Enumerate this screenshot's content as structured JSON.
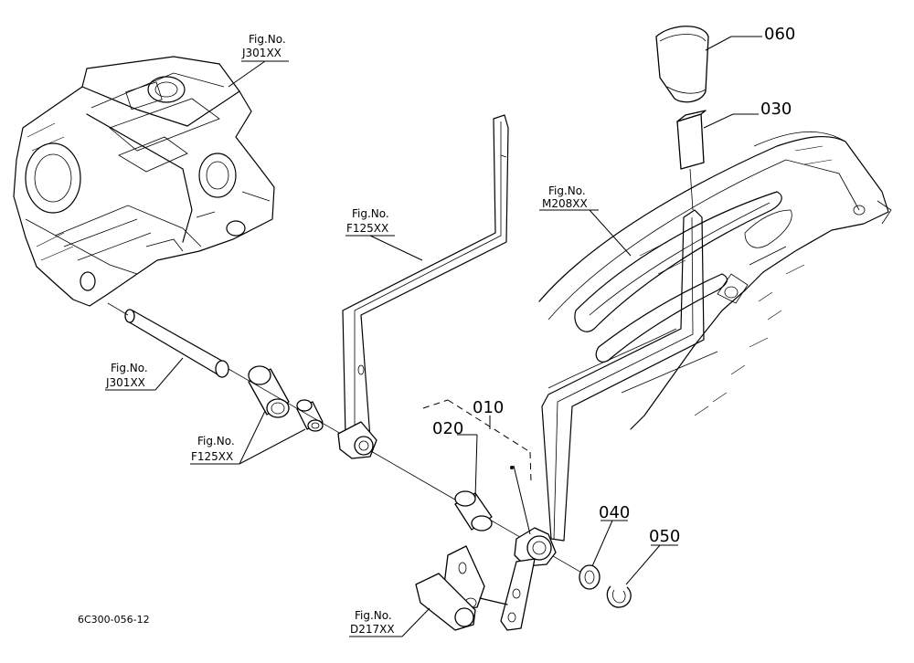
{
  "parts": [
    {
      "number": "010"
    },
    {
      "number": "020"
    },
    {
      "number": "030"
    },
    {
      "number": "040"
    },
    {
      "number": "050"
    },
    {
      "number": "060"
    }
  ],
  "references": [
    {
      "prefix": "Fig.No.",
      "code": "J301XX"
    },
    {
      "prefix": "Fig.No.",
      "code": "F125XX"
    },
    {
      "prefix": "Fig.No.",
      "code": "M208XX"
    },
    {
      "prefix": "Fig.No.",
      "code": "J301XX"
    },
    {
      "prefix": "Fig.No.",
      "code": "F125XX"
    },
    {
      "prefix": "Fig.No.",
      "code": "D217XX"
    }
  ],
  "drawing_code": "6C300-056-12"
}
